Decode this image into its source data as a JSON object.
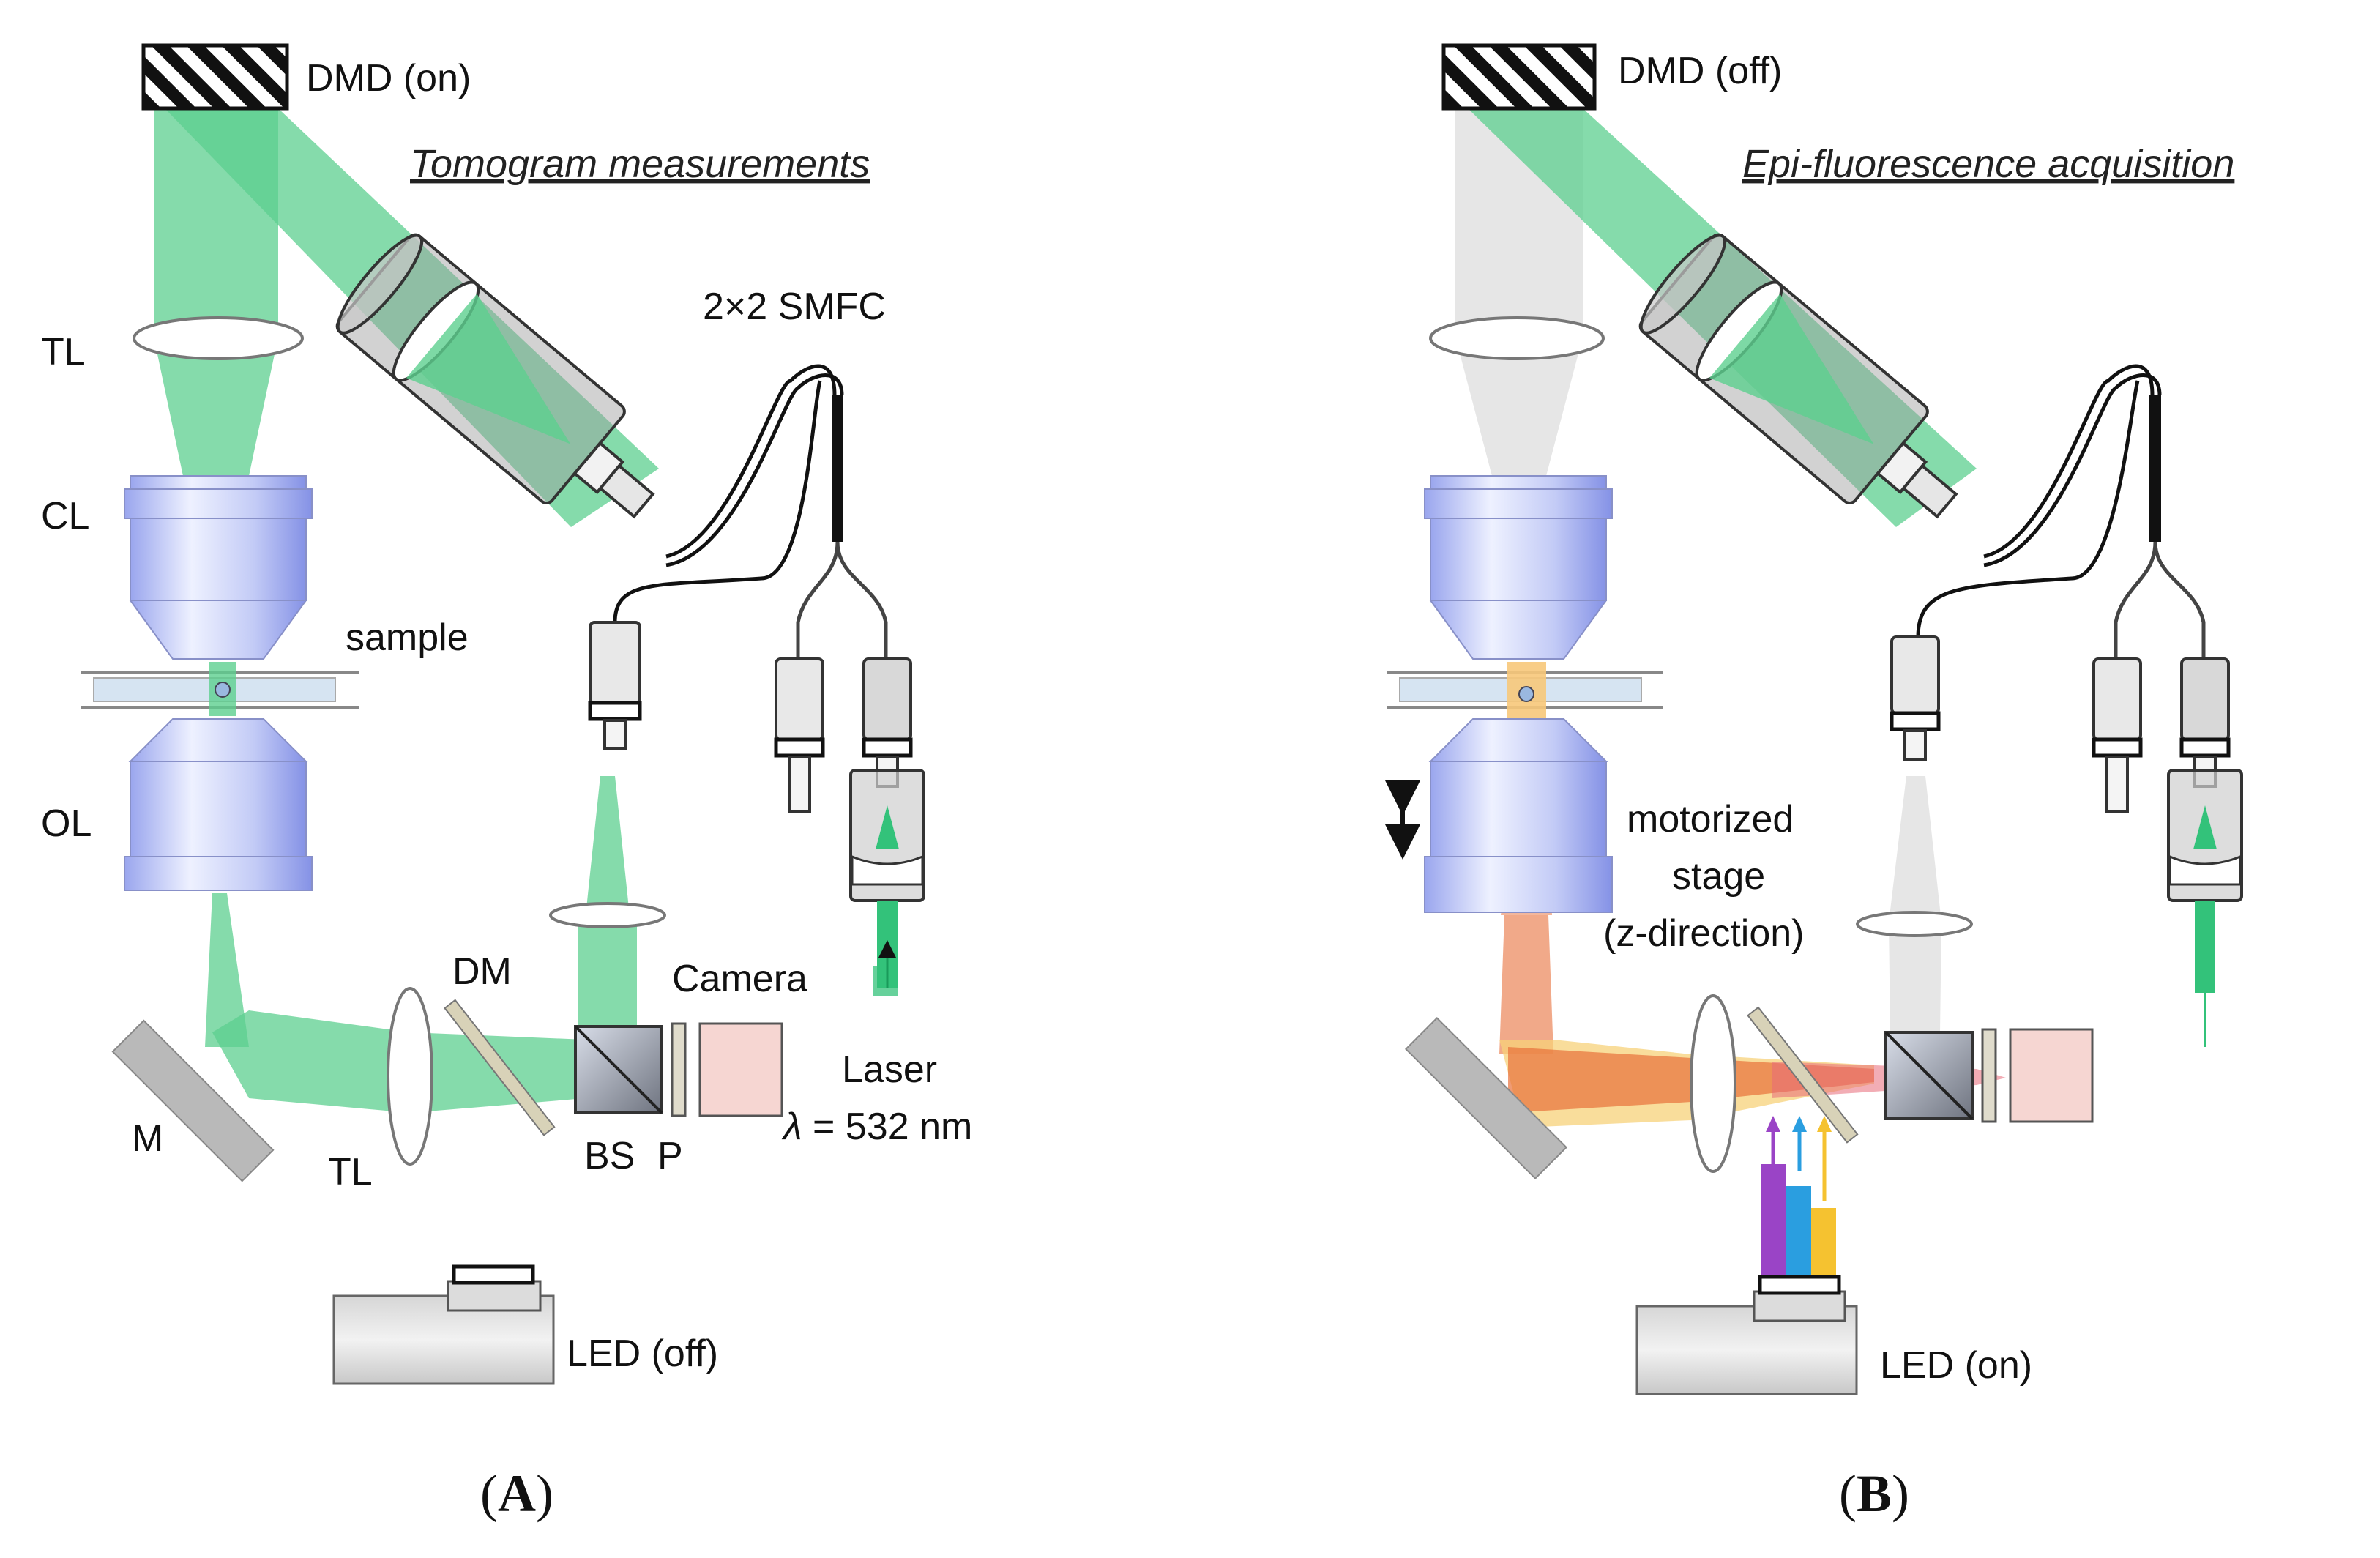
{
  "panel_a": {
    "title": "Tomogram measurements",
    "dmd": "DMD (on)",
    "smfc": "2×2 SMFC",
    "tl_top": "TL",
    "cl": "CL",
    "sample": "sample",
    "ol": "OL",
    "dm": "DM",
    "camera": "Camera",
    "m": "M",
    "tl_bottom": "TL",
    "bs": "BS",
    "p": "P",
    "laser": "Laser",
    "lambda_symbol": "λ",
    "lambda_value": " = 532 nm",
    "led": "LED (off)",
    "caption_open": "(",
    "caption_letter": "A",
    "caption_close": ")"
  },
  "panel_b": {
    "title": "Epi-fluorescence acquisition",
    "dmd": "DMD (off)",
    "stage_line1": "motorized",
    "stage_line2": "stage",
    "stage_line3": "(z-direction)",
    "led": "LED (on)",
    "caption_open": "(",
    "caption_letter": "B",
    "caption_close": ")"
  },
  "colors": {
    "green_beam": "#5ccf8f",
    "gray_beam": "#e4e4e4",
    "orange_beam": "#e8703a",
    "yellow_beam": "#f7d27a",
    "objective_blue": "#aeb8f2",
    "camera_pink": "#f6d6d2",
    "led_purple": "#9a44c6",
    "led_blue": "#2a9ee0",
    "led_yellow": "#f5c230"
  }
}
